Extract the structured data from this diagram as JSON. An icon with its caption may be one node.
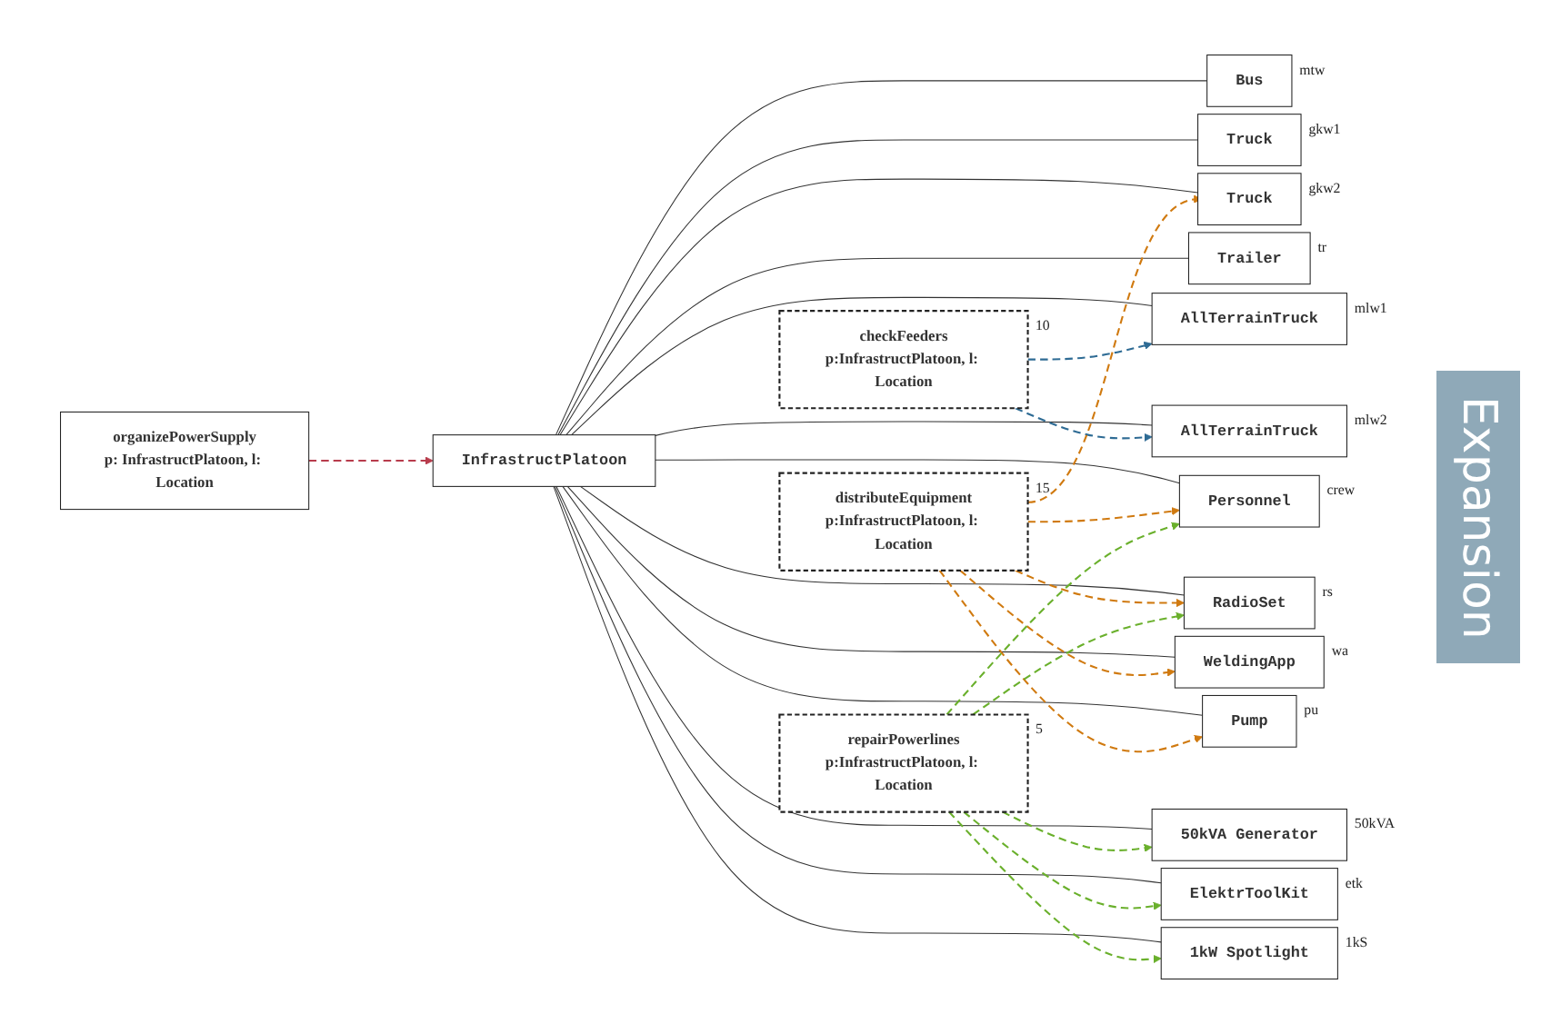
{
  "diagram": {
    "nodes": [
      {
        "text": [
          "InfrastructPlatoon"
        ]
      },
      {
        "text": [
          "Bus"
        ],
        "beside": [
          "mtw"
        ]
      },
      {
        "text": [
          "Truck"
        ],
        "beside": [
          "gkw1"
        ]
      },
      {
        "text": [
          "Truck"
        ],
        "beside": [
          "gkw2"
        ]
      },
      {
        "text": [
          "Trailer"
        ],
        "beside": [
          "tr"
        ]
      },
      {
        "text": [
          "AllTerrainTruck"
        ],
        "beside": [
          "mlw1"
        ]
      },
      {
        "text": [
          "AllTerrainTruck"
        ],
        "beside": [
          "mlw2"
        ]
      },
      {
        "text": [
          "Personnel"
        ],
        "beside": [
          "crew"
        ]
      },
      {
        "text": [
          "RadioSet"
        ],
        "beside": [
          "rs"
        ]
      },
      {
        "text": [
          "WeldingApp"
        ],
        "beside": [
          "wa"
        ]
      },
      {
        "text": [
          "Pump"
        ],
        "beside": [
          "pu"
        ]
      },
      {
        "text": [
          "50kVA Generator"
        ],
        "beside": [
          "50kVA"
        ]
      },
      {
        "text": [
          "ElektrToolKit"
        ],
        "beside": [
          "etk"
        ]
      },
      {
        "text": [
          "1kW Spotlight"
        ],
        "beside": [
          "1kS"
        ]
      },
      {
        "text": [
          "organizePowerSupply",
          "p: InfrastructPlatoon, l: Location"
        ]
      },
      {
        "text": [
          "checkFeeders",
          "p:InfrastructPlatoon, l: Location"
        ],
        "beside": [
          "10"
        ]
      },
      {
        "text": [
          "distributeEquipment",
          "p:InfrastructPlatoon, l: Location"
        ],
        "beside": [
          "15"
        ]
      },
      {
        "text": [
          "repairPowerlines",
          "p:InfrastructPlatoon, l: Location"
        ],
        "beside": [
          "5"
        ]
      }
    ],
    "edges": [
      {
        "from": 0,
        "to": 1,
        "arrow": "none"
      },
      {
        "from": 0,
        "to": 2,
        "arrow": "none"
      },
      {
        "from": 0,
        "to": 3,
        "arrow": "none"
      },
      {
        "from": 0,
        "to": 4,
        "arrow": "none"
      },
      {
        "from": 0,
        "to": 5,
        "arrow": "none"
      },
      {
        "from": 0,
        "to": 6,
        "arrow": "none"
      },
      {
        "from": 0,
        "to": 7,
        "arrow": "none"
      },
      {
        "from": 0,
        "to": 8,
        "arrow": "none"
      },
      {
        "from": 0,
        "to": 9,
        "arrow": "none"
      },
      {
        "from": 0,
        "to": 10,
        "arrow": "none"
      },
      {
        "from": 0,
        "to": 11,
        "arrow": "none"
      },
      {
        "from": 0,
        "to": 12,
        "arrow": "none"
      },
      {
        "from": 0,
        "to": 13,
        "arrow": "none"
      },
      {
        "from": 14,
        "to": 0,
        "arrow": "to",
        "style": "dashed",
        "color": "#b83c4c"
      },
      {
        "from": 15,
        "to": 5,
        "arrow": "to",
        "style": "dashed",
        "color": "#2e6b94"
      },
      {
        "from": 15,
        "to": 6,
        "arrow": "to",
        "style": "dashed",
        "color": "#2e6b94"
      },
      {
        "from": 16,
        "to": 3,
        "arrow": "to",
        "style": "dashed",
        "color": "#d07a10"
      },
      {
        "from": 16,
        "to": 7,
        "arrow": "to",
        "style": "dashed",
        "color": "#d07a10"
      },
      {
        "from": 16,
        "to": 8,
        "arrow": "to",
        "style": "dashed",
        "color": "#d07a10"
      },
      {
        "from": 16,
        "to": 9,
        "arrow": "to",
        "style": "dashed",
        "color": "#d07a10"
      },
      {
        "from": 16,
        "to": 10,
        "arrow": "to",
        "style": "dashed",
        "color": "#d07a10"
      },
      {
        "from": 17,
        "to": 7,
        "arrow": "to",
        "style": "dashed",
        "color": "#6ab02c"
      },
      {
        "from": 17,
        "to": 8,
        "arrow": "to",
        "style": "dashed",
        "color": "#6ab02c"
      },
      {
        "from": 17,
        "to": 11,
        "arrow": "to",
        "style": "dashed",
        "color": "#6ab02c"
      },
      {
        "from": 17,
        "to": 12,
        "arrow": "to",
        "style": "dashed",
        "color": "#6ab02c"
      },
      {
        "from": 17,
        "to": 13,
        "arrow": "to",
        "style": "dashed",
        "color": "#6ab02c"
      }
    ],
    "labels": [
      "Expansion"
    ]
  }
}
